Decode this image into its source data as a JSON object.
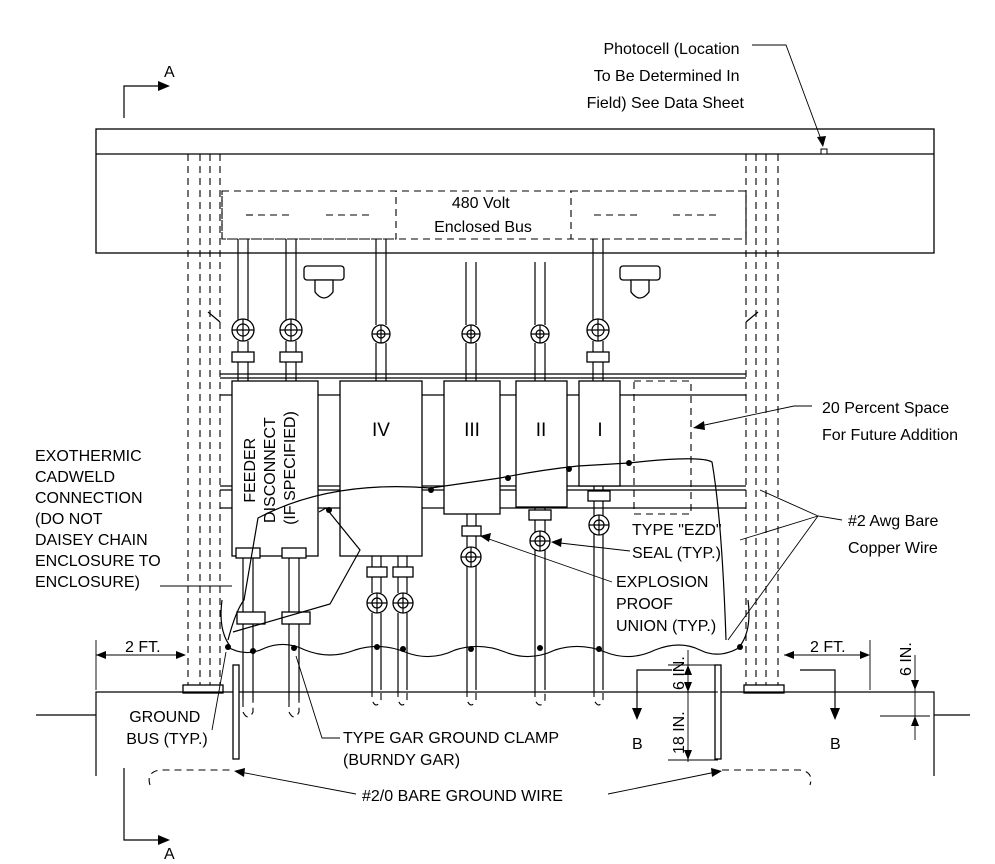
{
  "labels": {
    "photocell": [
      "Photocell (Location",
      "To Be Determined In",
      "Field) See Data Sheet"
    ],
    "enclosed_bus": [
      "480 Volt",
      "Enclosed Bus"
    ],
    "feeder_disconnect": [
      "FEEDER",
      "DISCONNECT",
      "(IF SPECIFIED)"
    ],
    "enclosure_ids": [
      "IV",
      "III",
      "II",
      "I"
    ],
    "future_space": [
      "20 Percent Space",
      "For Future Addition"
    ],
    "exothermic": [
      "EXOTHERMIC",
      "CADWELD",
      "CONNECTION",
      "(DO NOT",
      "DAISEY CHAIN",
      "ENCLOSURE TO",
      "ENCLOSURE)"
    ],
    "ezd_seal": [
      "TYPE \"EZD\"",
      "SEAL (TYP.)"
    ],
    "bare_copper": [
      "#2 Awg Bare",
      "Copper Wire"
    ],
    "explosion_union": [
      "EXPLOSION",
      "PROOF",
      "UNION (TYP.)"
    ],
    "dim_2ft_left": "2 FT.",
    "dim_2ft_right": "2 FT.",
    "dim_6in_right": "6 IN.",
    "dim_6in_center": "6 IN.",
    "dim_18in": "18 IN.",
    "ground_bus": [
      "GROUND",
      "BUS (TYP.)"
    ],
    "ground_clamp": [
      "TYPE GAR GROUND CLAMP",
      "(BURNDY GAR)"
    ],
    "ground_wire": "#2/0 BARE GROUND WIRE",
    "section_a_top": "A",
    "section_a_bottom": "A",
    "section_b_left": "B",
    "section_b_right": "B"
  }
}
